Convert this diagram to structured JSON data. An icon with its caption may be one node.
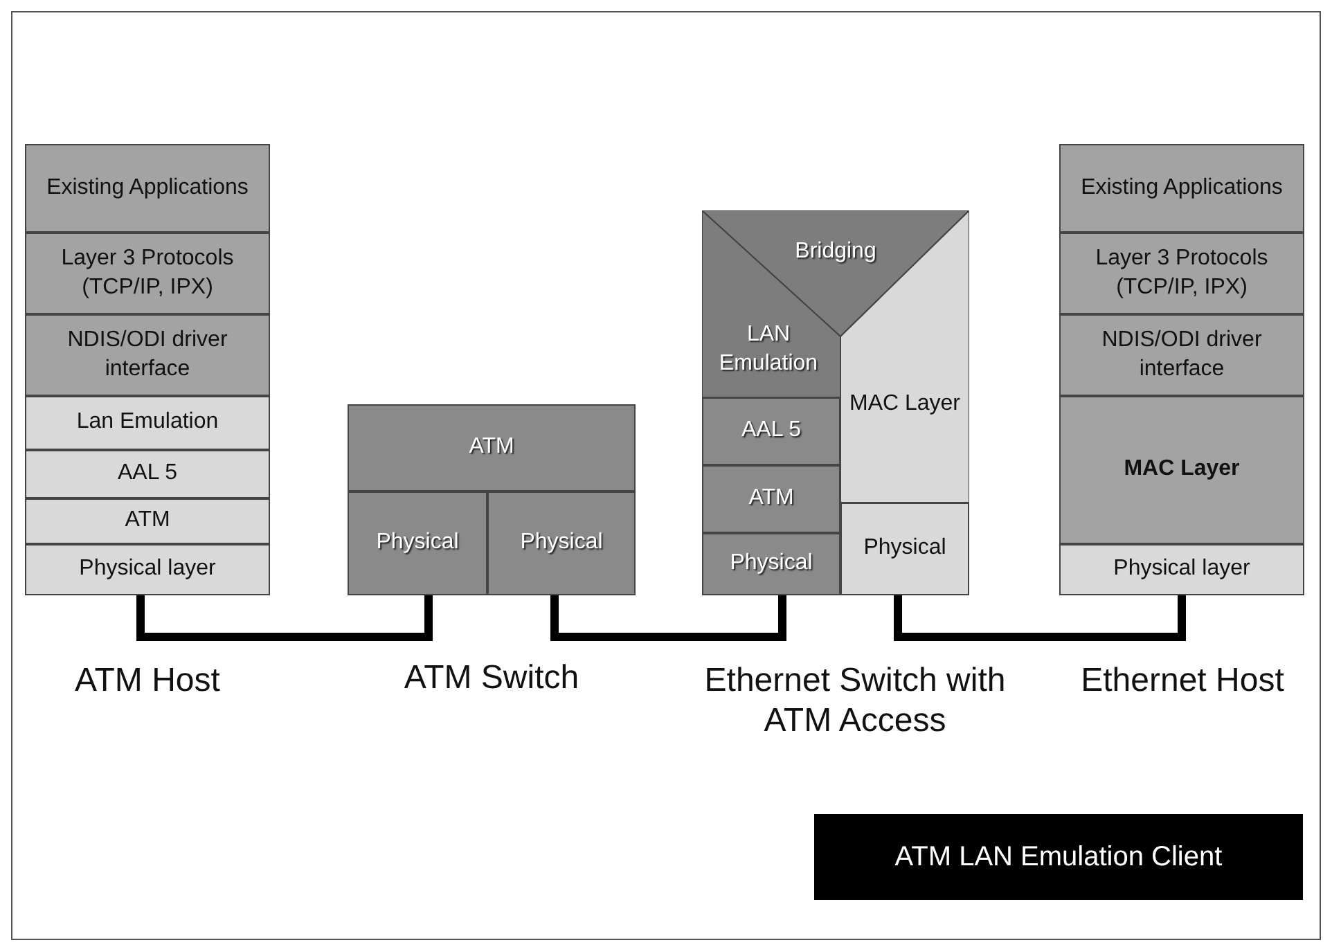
{
  "diagram": {
    "nodes": [
      {
        "text": [
          "ATM Host"
        ]
      },
      {
        "text": [
          "Existing Applications"
        ],
        "in": 0
      },
      {
        "text": [
          "Layer 3 Protocols (TCP/IP, IPX)"
        ],
        "in": 0
      },
      {
        "text": [
          "NDIS/ODI driver interface"
        ],
        "in": 0
      },
      {
        "text": [
          "Lan Emulation"
        ],
        "in": 0
      },
      {
        "text": [
          "AAL 5"
        ],
        "in": 0
      },
      {
        "text": [
          "ATM"
        ],
        "in": 0
      },
      {
        "text": [
          "Physical layer"
        ],
        "in": 0
      },
      {
        "text": [
          "ATM Switch"
        ]
      },
      {
        "text": [
          "ATM"
        ],
        "in": 8
      },
      {
        "text": [
          "Physical"
        ],
        "in": 8
      },
      {
        "text": [
          "Physical"
        ],
        "in": 8
      },
      {
        "text": [
          "Ethernet Switch with ATM Access"
        ]
      },
      {
        "text": [
          "Bridging"
        ],
        "in": 12
      },
      {
        "text": [
          "LAN Emulation"
        ],
        "in": 12
      },
      {
        "text": [
          "AAL 5"
        ],
        "in": 12
      },
      {
        "text": [
          "ATM"
        ],
        "in": 12
      },
      {
        "text": [
          "Physical"
        ],
        "in": 12
      },
      {
        "text": [
          "MAC Layer"
        ],
        "in": 12
      },
      {
        "text": [
          "Physical"
        ],
        "in": 12
      },
      {
        "text": [
          "Ethernet Host"
        ]
      },
      {
        "text": [
          "Existing Applications"
        ],
        "in": 20
      },
      {
        "text": [
          "Layer 3 Protocols (TCP/IP, IPX)"
        ],
        "in": 20
      },
      {
        "text": [
          "NDIS/ODI driver interface"
        ],
        "in": 20
      },
      {
        "text": [
          "MAC Layer"
        ],
        "in": 20
      },
      {
        "text": [
          "Physical layer"
        ],
        "in": 20
      },
      {
        "text": [
          "ATM LAN Emulation Client"
        ]
      }
    ],
    "edges": [
      {
        "from": 7,
        "to": 10,
        "arrow": "none"
      },
      {
        "from": 11,
        "to": 17,
        "arrow": "none"
      },
      {
        "from": 19,
        "to": 25,
        "arrow": "none"
      }
    ]
  }
}
